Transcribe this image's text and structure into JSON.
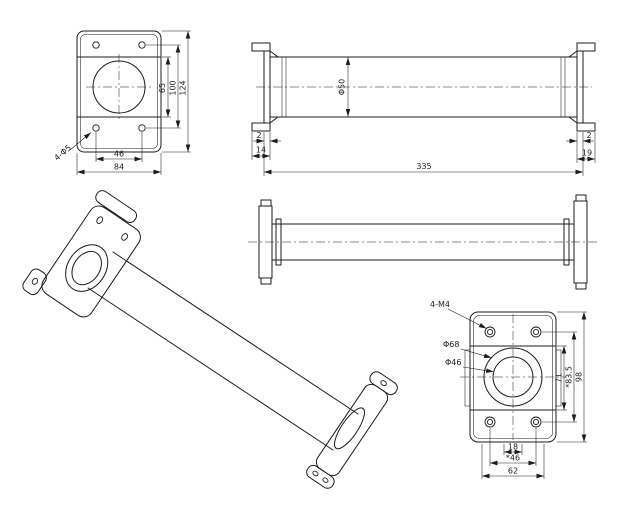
{
  "drawing": {
    "background_color": "#ffffff",
    "line_color": "#1c1c1c"
  },
  "views": {
    "front": {
      "dims": {
        "band_height": "65",
        "hole_pitch_vertical": "100",
        "overall_height": "124",
        "hole_pitch_horizontal": "46",
        "overall_width": "84",
        "hole_callout": "4-Φ5"
      }
    },
    "side": {
      "dims": {
        "tube_diameter": "Φ50",
        "left_flange_thickness": "2",
        "left_flange_offset": "14",
        "overall_length": "335",
        "right_flange_thickness": "2",
        "right_flange_offset": "19"
      }
    },
    "back": {
      "dims": {
        "tapped_hole_callout": "4-M4",
        "boss_diameter": "Φ68",
        "bore_diameter": "Φ46",
        "band_height": "71",
        "hole_pitch_vertical": "*83.5",
        "overall_height": "98",
        "slot_width": "18",
        "hole_pitch_horizontal": "*46",
        "overall_width": "62"
      }
    }
  }
}
